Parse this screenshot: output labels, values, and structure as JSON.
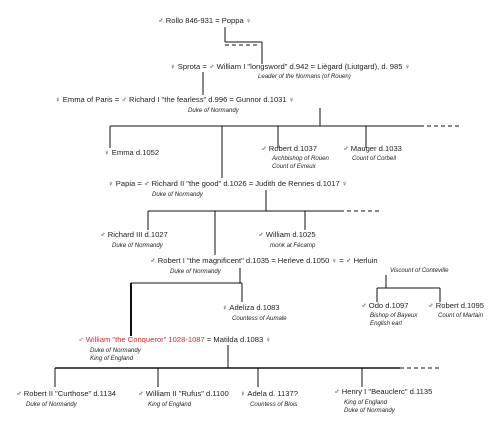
{
  "people": {
    "rollo": "♂ Rollo 846-931 = Poppa ♀",
    "william1": "♀ Sprota = ♂ William I \"longsword\" d.942 = Liègard (Liutgard), d. 985 ♀",
    "william1_note": "Leader of the Normans (of Rouen)",
    "richard1": "♀ Emma of Paris = ♂ Richard I \"the fearless\" d.996 = Gunnor d.1031 ♀",
    "richard1_note": "Duke of Normandy",
    "emma": "♀ Emma d.1052",
    "robert_arch": "♂ Robert d.1037",
    "robert_arch_note1": "Archbishop of Rouen",
    "robert_arch_note2": "Count of Evreux",
    "mauger": "♂ Mauger d.1033",
    "mauger_note": "Count of Corbeil",
    "richard2": "♀ Papia = ♂ Richard II \"the good\" d.1026 = Judith de Rennes d.1017 ♀",
    "richard2_note": "Duke of Normandy",
    "richard3": "♂ Richard III d.1027",
    "richard3_note": "Duke of Normandy",
    "william_monk": "♂ William d.1025",
    "william_monk_note": "monk at Fécamp",
    "robert1": "♂ Robert I \"the magnificent\" d.1035 = Herleve d.1050 ♀ = ♂ Herluin",
    "robert1_note": "Duke of Normandy",
    "herluin_note": "Viscount of Conteville",
    "adeliza": "♀ Adeliza d.1083",
    "adeliza_note": "Countess of Aumale",
    "odo": "♂ Odo d.1097",
    "odo_note1": "Bishop of Bayeux",
    "odo_note2": "English earl",
    "robert_mortain": "♂ Robert d.1095",
    "robert_mortain_note": "Count of Martain",
    "conqueror": "♂ William \"the Conqueror\" 1028-1087",
    "matilda": " = Matilda d.1083 ♀",
    "conqueror_note1": "Duke of Normandy",
    "conqueror_note2": "King of England",
    "curthose": "♂ Robert II \"Curthose\" d.1134",
    "curthose_note": "Duke of Normandy",
    "rufus": "♂ William II \"Rufus\" d.1100",
    "rufus_note": "King of England",
    "adela": "♀ Adela d. 1137?",
    "adela_note": "Countess of Blois",
    "henry1": "♂ Henry I \"Beauclerc\" d.1135",
    "henry1_note1": "King of England",
    "henry1_note2": "Duke of Normandy"
  },
  "colors": {
    "line": "#111111",
    "highlight": "#d42a2a",
    "text": "#222222"
  }
}
